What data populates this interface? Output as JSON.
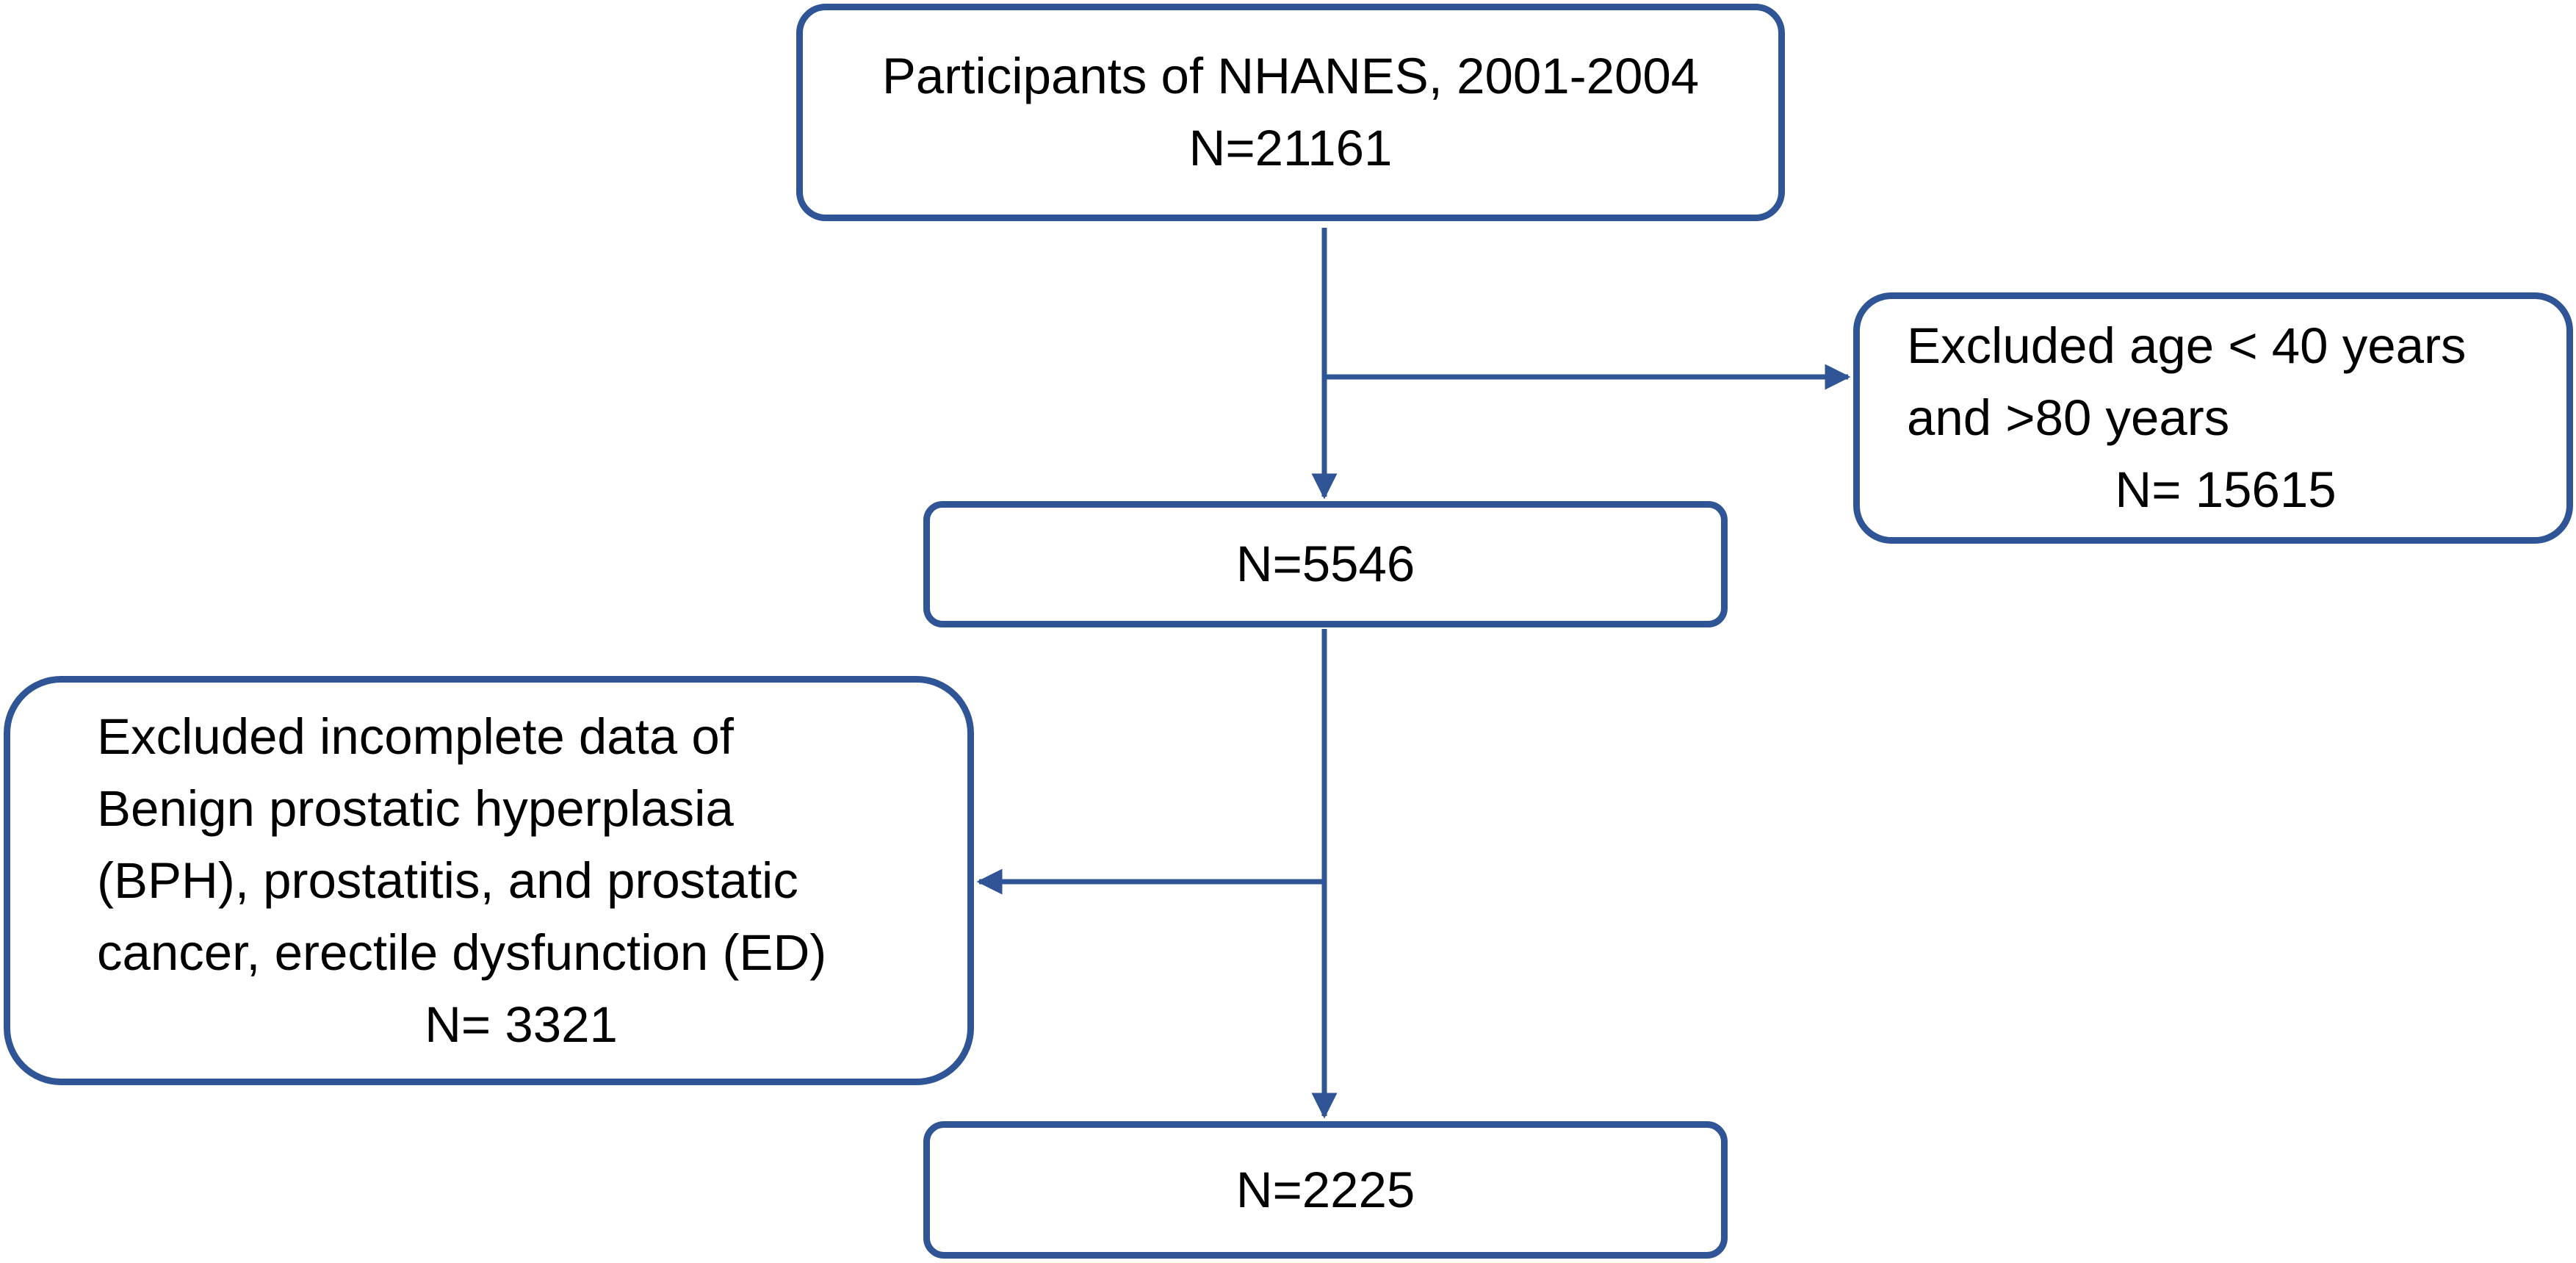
{
  "boxes": {
    "participants": {
      "lines": [
        "Participants of NHANES, 2001-2004",
        "N=21161"
      ]
    },
    "excluded_age": {
      "lines": [
        "Excluded age < 40 years",
        "and >80 years",
        "N= 15615"
      ]
    },
    "n_5546": {
      "lines": [
        "N=5546"
      ]
    },
    "excluded_conditions": {
      "lines": [
        "Excluded incomplete data of",
        "Benign prostatic hyperplasia",
        "(BPH), prostatitis, and prostatic",
        "cancer, erectile dysfunction (ED)",
        "N= 3321"
      ]
    },
    "n_2225": {
      "lines": [
        "N=2225"
      ]
    }
  },
  "colors": {
    "stroke": "#2f5597",
    "text": "#000000",
    "background": "#ffffff"
  }
}
